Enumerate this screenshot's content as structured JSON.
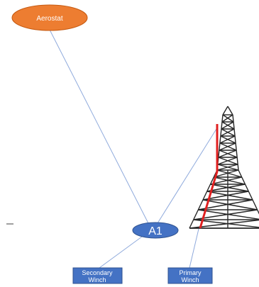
{
  "nodes": {
    "aerostat": {
      "label": "Aerostat"
    },
    "a1": {
      "label": "A1"
    },
    "secondary_winch": {
      "line1": "Secondary",
      "line2": "Winch"
    },
    "primary_winch": {
      "line1": "Primary",
      "line2": "Winch"
    }
  },
  "colors": {
    "aerostat_fill": "#ED7D31",
    "node_fill": "#4472C4",
    "connector": "#8FAADC",
    "tower": "#262626",
    "tether": "#E02020"
  }
}
